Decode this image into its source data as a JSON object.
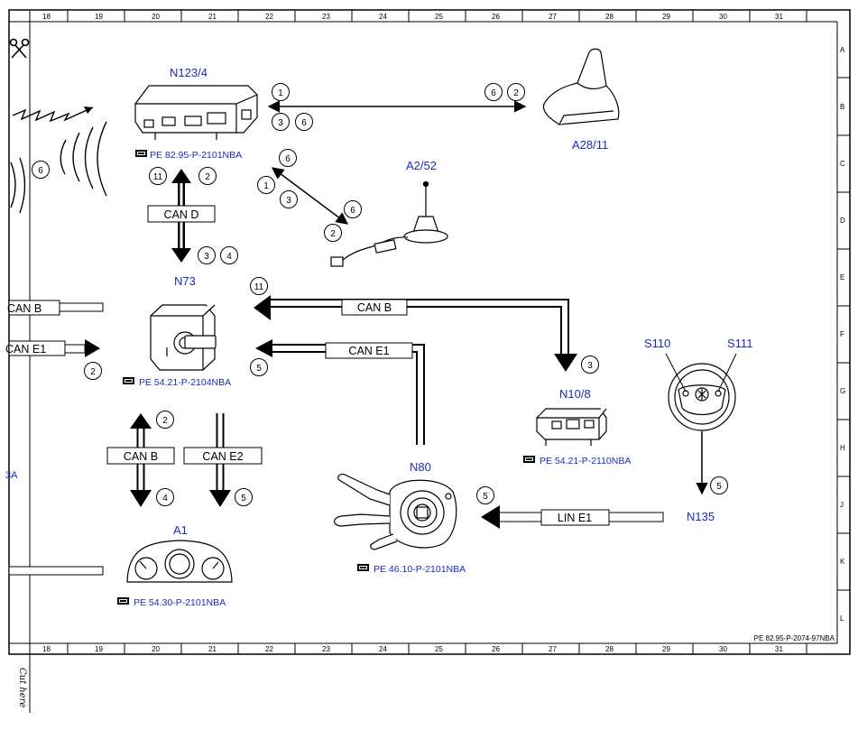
{
  "grid": {
    "columns": [
      "18",
      "19",
      "20",
      "21",
      "22",
      "23",
      "24",
      "25",
      "26",
      "27",
      "28",
      "29",
      "30",
      "31"
    ],
    "rows": [
      "A",
      "B",
      "C",
      "D",
      "E",
      "F",
      "G",
      "H",
      "J",
      "K",
      "L"
    ]
  },
  "components": {
    "n123_4": "N123/4",
    "a28_11": "A28/11",
    "a2_52": "A2/52",
    "n73": "N73",
    "n10_8": "N10/8",
    "s110": "S110",
    "s111": "S111",
    "n80": "N80",
    "n135": "N135",
    "a1": "A1"
  },
  "refs": {
    "n123_4": "PE 82.95-P-2101NBA",
    "n73": "PE 54.21-P-2104NBA",
    "n10_8": "PE 54.21-P-2110NBA",
    "n80": "PE 46.10-P-2101NBA",
    "a1": "PE 54.30-P-2101NBA"
  },
  "buses": {
    "can_d": "CAN D",
    "can_b_left": "CAN B",
    "can_e1_left": "CAN E1",
    "can_b_top": "CAN B",
    "can_e1_mid": "CAN E1",
    "can_b_low": "CAN B",
    "can_e2": "CAN E2",
    "lin_e1": "LIN E1"
  },
  "numbers": {
    "n1a": "1",
    "n6a": "6",
    "n2a": "2",
    "n3a": "3",
    "n6b": "6",
    "n6c": "6",
    "n11a": "11",
    "n2b": "2",
    "n6d": "6",
    "n1b": "1",
    "n3b": "3",
    "n6e": "6",
    "n2c": "2",
    "n3c": "3",
    "n4a": "4",
    "n11b": "11",
    "n2d": "2",
    "n5a": "5",
    "n3d": "3",
    "n2e": "2",
    "n4b": "4",
    "n5b": "5",
    "n5c": "5",
    "n5d": "5"
  },
  "edge_text": {
    "ba": "3A",
    "footer_ref": "PE 82.95-P-2074-97NBA",
    "cut_here": "Cut here"
  },
  "icons": {
    "scissors": "scissors-icon",
    "pointer": "pointing-hand-icon"
  }
}
